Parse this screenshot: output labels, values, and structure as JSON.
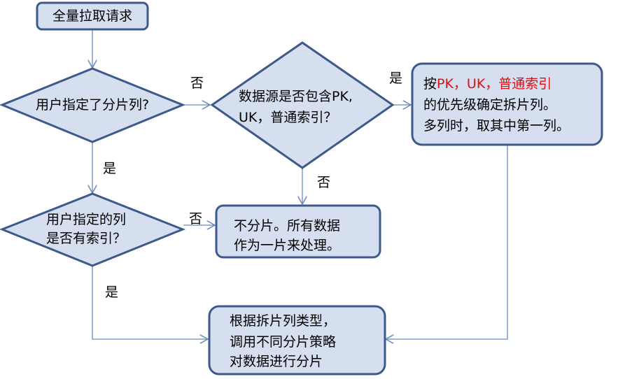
{
  "nodes": {
    "start": "全量拉取请求",
    "decision_user_specified": "用户指定了分片列?",
    "decision_source_keys": [
      "数据源是否包含PK,",
      "UK，普通索引？"
    ],
    "pk_priority": {
      "prefix": "按",
      "highlight": "PK，UK，普通索引",
      "line2": "的优先级确定拆片列。",
      "line3": "多列时，取其中第一列。"
    },
    "decision_index": [
      "用户指定的列",
      "是否有索引？"
    ],
    "no_split": [
      "不分片。所有数据",
      "作为一片来处理。"
    ],
    "final": [
      "根据拆片列类型，",
      "调用不同分片策略",
      "对数据进行分片"
    ]
  },
  "edge_labels": {
    "no1": "否",
    "yes1": "是",
    "no2": "否",
    "yes2": "是",
    "no3": "否",
    "yes3": "是"
  },
  "colors": {
    "fill": "#d5dff0",
    "stroke": "#3d5a8a",
    "connector": "#6a8cbc",
    "highlight": "#e01010"
  }
}
